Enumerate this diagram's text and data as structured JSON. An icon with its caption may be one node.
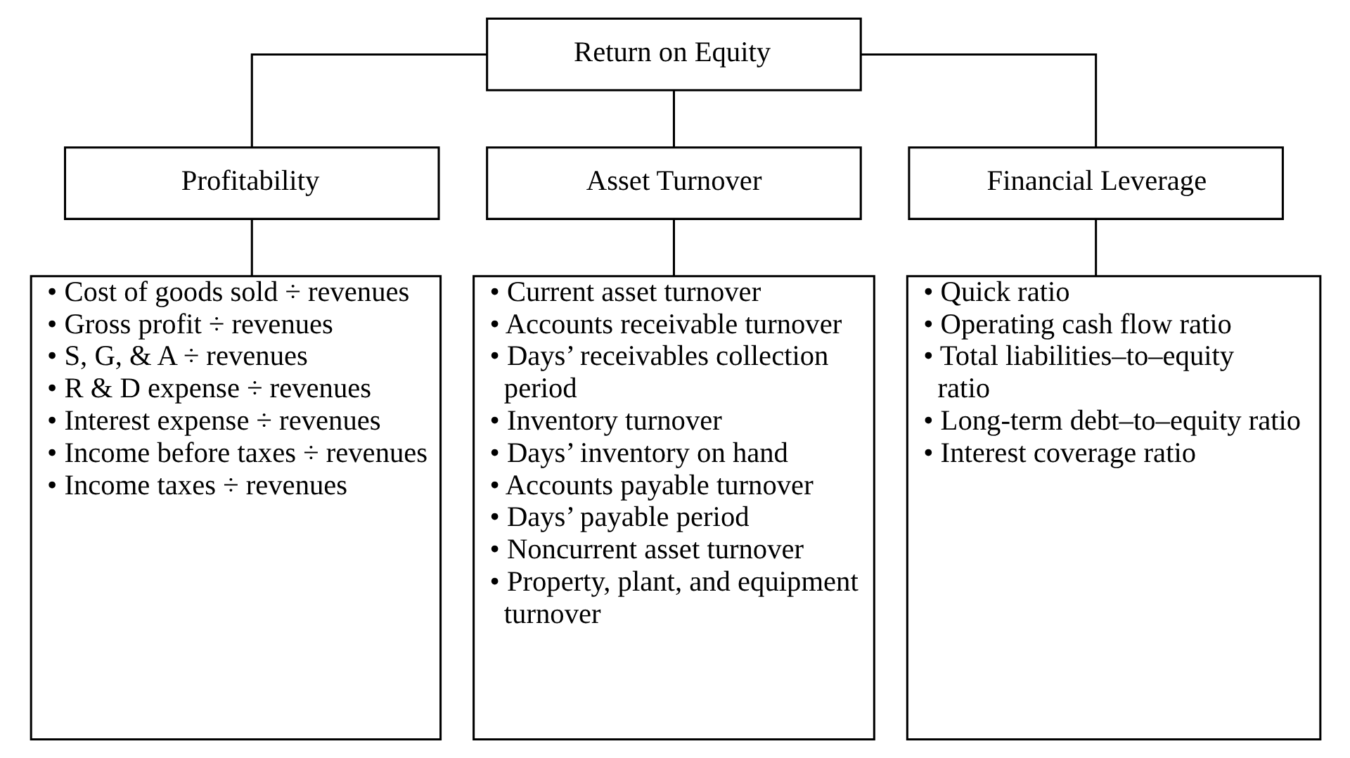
{
  "diagram": {
    "nodes": [
      {
        "text": [
          "Return on Equity"
        ]
      },
      {
        "text": [
          "Profitability"
        ]
      },
      {
        "text": [
          "Asset Turnover"
        ]
      },
      {
        "text": [
          "Financial Leverage"
        ]
      },
      {
        "text": [
          "• Cost of goods sold ÷ revenues",
          "• Gross profit ÷ revenues",
          "• S, G, & A ÷ revenues",
          "• R & D expense ÷ revenues",
          "• Interest expense ÷ revenues",
          "• Income before taxes ÷ revenues",
          "• Income taxes ÷ revenues"
        ]
      },
      {
        "text": [
          "• Current asset turnover",
          "• Accounts receivable turnover",
          "• Days’ receivables collection period",
          "• Inventory turnover",
          "• Days’ inventory on hand",
          "• Accounts payable turnover",
          "• Days’ payable period",
          "• Noncurrent asset turnover",
          "• Property, plant, and equipment turnover"
        ]
      },
      {
        "text": [
          "• Quick ratio",
          "• Operating cash flow ratio",
          "• Total liabilities–to–equity ratio",
          "• Long-term debt–to–equity ratio",
          "• Interest coverage ratio"
        ]
      }
    ],
    "edges": [
      {
        "from": 0,
        "to": 1,
        "arrow": "none"
      },
      {
        "from": 0,
        "to": 2,
        "arrow": "none"
      },
      {
        "from": 0,
        "to": 3,
        "arrow": "none"
      },
      {
        "from": 1,
        "to": 4,
        "arrow": "none"
      },
      {
        "from": 2,
        "to": 5,
        "arrow": "none"
      },
      {
        "from": 3,
        "to": 6,
        "arrow": "none"
      }
    ]
  }
}
